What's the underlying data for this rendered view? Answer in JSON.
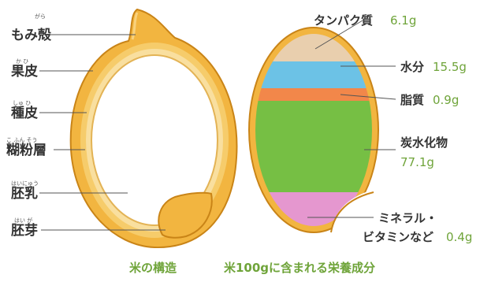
{
  "structure": {
    "caption": "米の構造",
    "parts": [
      {
        "label": "もみ殻",
        "ruby": "がら"
      },
      {
        "label": "果皮",
        "ruby": "か ひ"
      },
      {
        "label": "種皮",
        "ruby": "しゅ ひ"
      },
      {
        "label": "糊粉層",
        "ruby": "こ ふん そう"
      },
      {
        "label": "胚乳",
        "ruby": "はいにゅう"
      },
      {
        "label": "胚芽",
        "ruby": "はい が"
      }
    ]
  },
  "nutrition": {
    "caption": "米100gに含まれる栄養成分",
    "items": [
      {
        "name": "タンパク質",
        "value": "6.1g"
      },
      {
        "name": "水分",
        "value": "15.5g"
      },
      {
        "name": "脂質",
        "value": "0.9g"
      },
      {
        "name": "炭水化物",
        "value": "77.1g"
      },
      {
        "name": "ミネラル・",
        "name2": "ビタミンなど",
        "value": "0.4g"
      }
    ]
  },
  "colors": {
    "husk": "#f2b540",
    "husk_dark": "#d7901f",
    "layer_pale": "#f9df9f",
    "protein": "#e9cfae",
    "water": "#6cc2e6",
    "fat": "#f2874a",
    "carbohydrate": "#76bf44",
    "mineral": "#e597cf",
    "value_green": "#6fa43a"
  }
}
